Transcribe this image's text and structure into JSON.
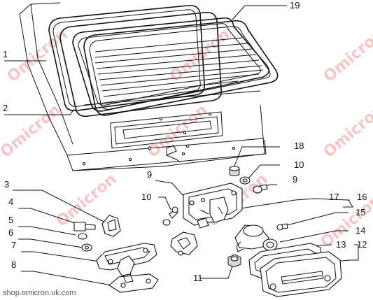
{
  "watermark": {
    "text": "Omicron",
    "color": "#f3b2b2"
  },
  "site_url": "shop.omicron.uk.com",
  "callouts": [
    {
      "id": "c-1",
      "label": "1"
    },
    {
      "id": "c-2",
      "label": "2"
    },
    {
      "id": "c-3",
      "label": "3"
    },
    {
      "id": "c-4",
      "label": "4"
    },
    {
      "id": "c-5",
      "label": "5"
    },
    {
      "id": "c-6",
      "label": "6"
    },
    {
      "id": "c-7",
      "label": "7"
    },
    {
      "id": "c-8",
      "label": "8"
    },
    {
      "id": "c-9a",
      "label": "9"
    },
    {
      "id": "c-9b",
      "label": "9"
    },
    {
      "id": "c-10a",
      "label": "10"
    },
    {
      "id": "c-10b",
      "label": "10"
    },
    {
      "id": "c-11",
      "label": "11"
    },
    {
      "id": "c-12",
      "label": "12"
    },
    {
      "id": "c-13",
      "label": "13"
    },
    {
      "id": "c-14",
      "label": "14"
    },
    {
      "id": "c-15",
      "label": "15"
    },
    {
      "id": "c-16",
      "label": "16"
    },
    {
      "id": "c-17",
      "label": "17"
    },
    {
      "id": "c-18",
      "label": "18"
    },
    {
      "id": "c-19",
      "label": "19"
    }
  ]
}
